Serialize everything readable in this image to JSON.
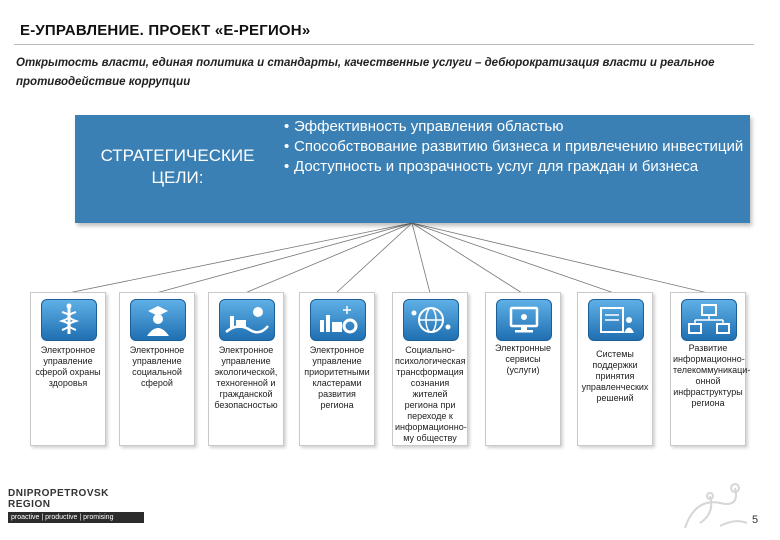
{
  "title": "Е-УПРАВЛЕНИЕ. ПРОЕКТ «Е-РЕГИОН»",
  "subtitle": "Открытость власти, единая политика и стандарты, качественные услуги – дебюрократизация власти и реальное противодействие коррупции",
  "goals": {
    "label": "СТРАТЕГИЧЕСКИЕ ЦЕЛИ:",
    "items": [
      "Эффективность управления областью",
      "Способствование развитию бизнеса и привлечению инвестиций",
      "Доступность и прозрачность услуг для граждан и бизнеса"
    ],
    "bullet": "•",
    "color": "#3b80b5"
  },
  "cards": [
    {
      "label": "Электронное управление сферой охраны здоровья",
      "icon": "medical-caduceus-icon"
    },
    {
      "label": "Электронное управление социальной сферой",
      "icon": "person-graduate-icon"
    },
    {
      "label": "Электронное управление экологической, техногенной и гражданской безопасностью",
      "icon": "factory-ecology-icon"
    },
    {
      "label": "Электронное управление приоритетными кластерами развития региона",
      "icon": "industry-gear-icon"
    },
    {
      "label": "Социально-психологическая трансформация сознания жителей региона при переходе к информационно-му обществу",
      "icon": "globe-people-icon"
    },
    {
      "label": "Электронные сервисы (услуги)",
      "icon": "computer-service-icon"
    },
    {
      "label": "Системы поддержки принятия управленческих решений",
      "icon": "document-decision-icon"
    },
    {
      "label": "Развитие информационно-телекоммуникаци-онной инфраструктуры региона",
      "icon": "network-computers-icon"
    }
  ],
  "logo": {
    "name": "DNIPROPETROVSK REGION",
    "tagline": "proactive | productive | promising"
  },
  "page_number": "5"
}
